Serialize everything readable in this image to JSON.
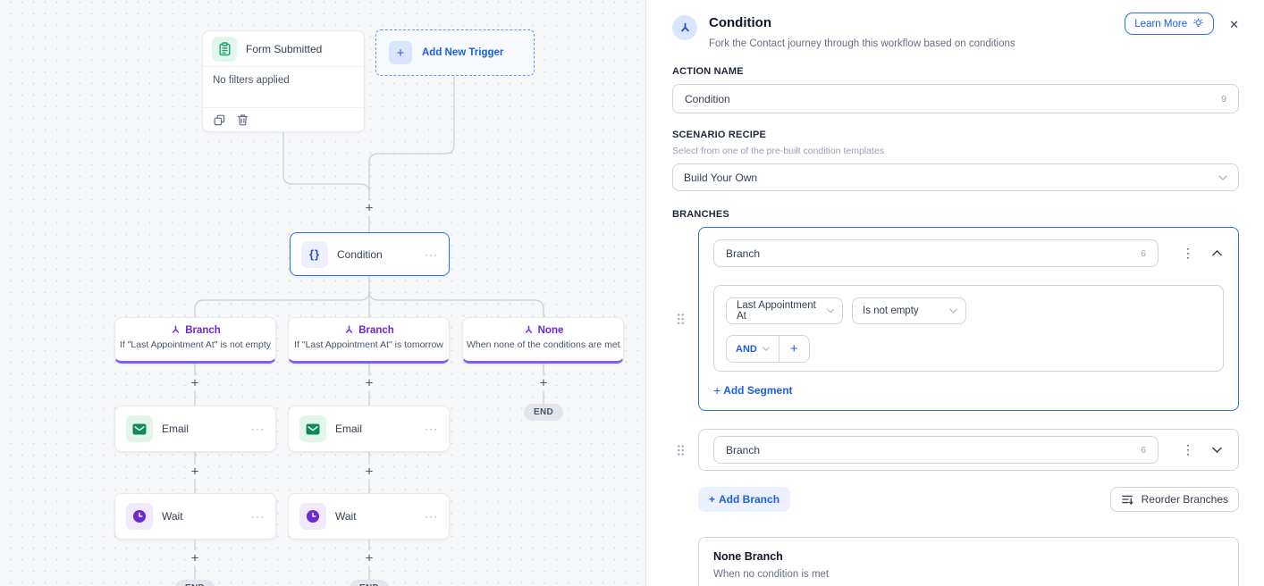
{
  "icons": {
    "plus": "+",
    "kebab": "⋮",
    "ellipsis": "···",
    "close": "✕"
  },
  "canvas": {
    "trigger": {
      "title": "Form Submitted",
      "filters": "No filters applied"
    },
    "add_trigger_label": "Add New Trigger",
    "condition": {
      "label": "Condition"
    },
    "branch_nodes": [
      {
        "label": "Branch",
        "description": "If \"Last Appointment At\" is not empty"
      },
      {
        "label": "Branch",
        "description": "If \"Last Appointment At\" is tomorrow"
      },
      {
        "label": "None",
        "description": "When none of the conditions are met"
      }
    ],
    "email_label": "Email",
    "wait_label": "Wait",
    "end_label": "END"
  },
  "panel": {
    "title": "Condition",
    "subtitle": "Fork the Contact journey through this workflow based on conditions",
    "learn_more_label": "Learn More",
    "action_name": {
      "label": "ACTION NAME",
      "value": "Condition",
      "char_count": "9"
    },
    "scenario_recipe": {
      "label": "SCENARIO RECIPE",
      "hint": "Select from one of the pre-built condition templates",
      "selected": "Build Your Own"
    },
    "branches": {
      "label": "BRANCHES",
      "branch1": {
        "name": "Branch",
        "char_count": "6",
        "field": "Last Appointment At",
        "operator": "Is not empty",
        "conjunction": "AND",
        "add_segment_label": "Add Segment"
      },
      "branch2": {
        "name": "Branch",
        "char_count": "6"
      },
      "add_branch_label": "Add Branch",
      "reorder_label": "Reorder Branches",
      "none_branch": {
        "title": "None Branch",
        "subtitle": "When no condition is met"
      }
    }
  },
  "colors": {
    "accent_blue": "#1a5eea",
    "branch_purple": "#875bf7",
    "trigger_green": "#16a34a",
    "email_green": "#0e8a5a",
    "wait_purple": "#6d28d9"
  }
}
